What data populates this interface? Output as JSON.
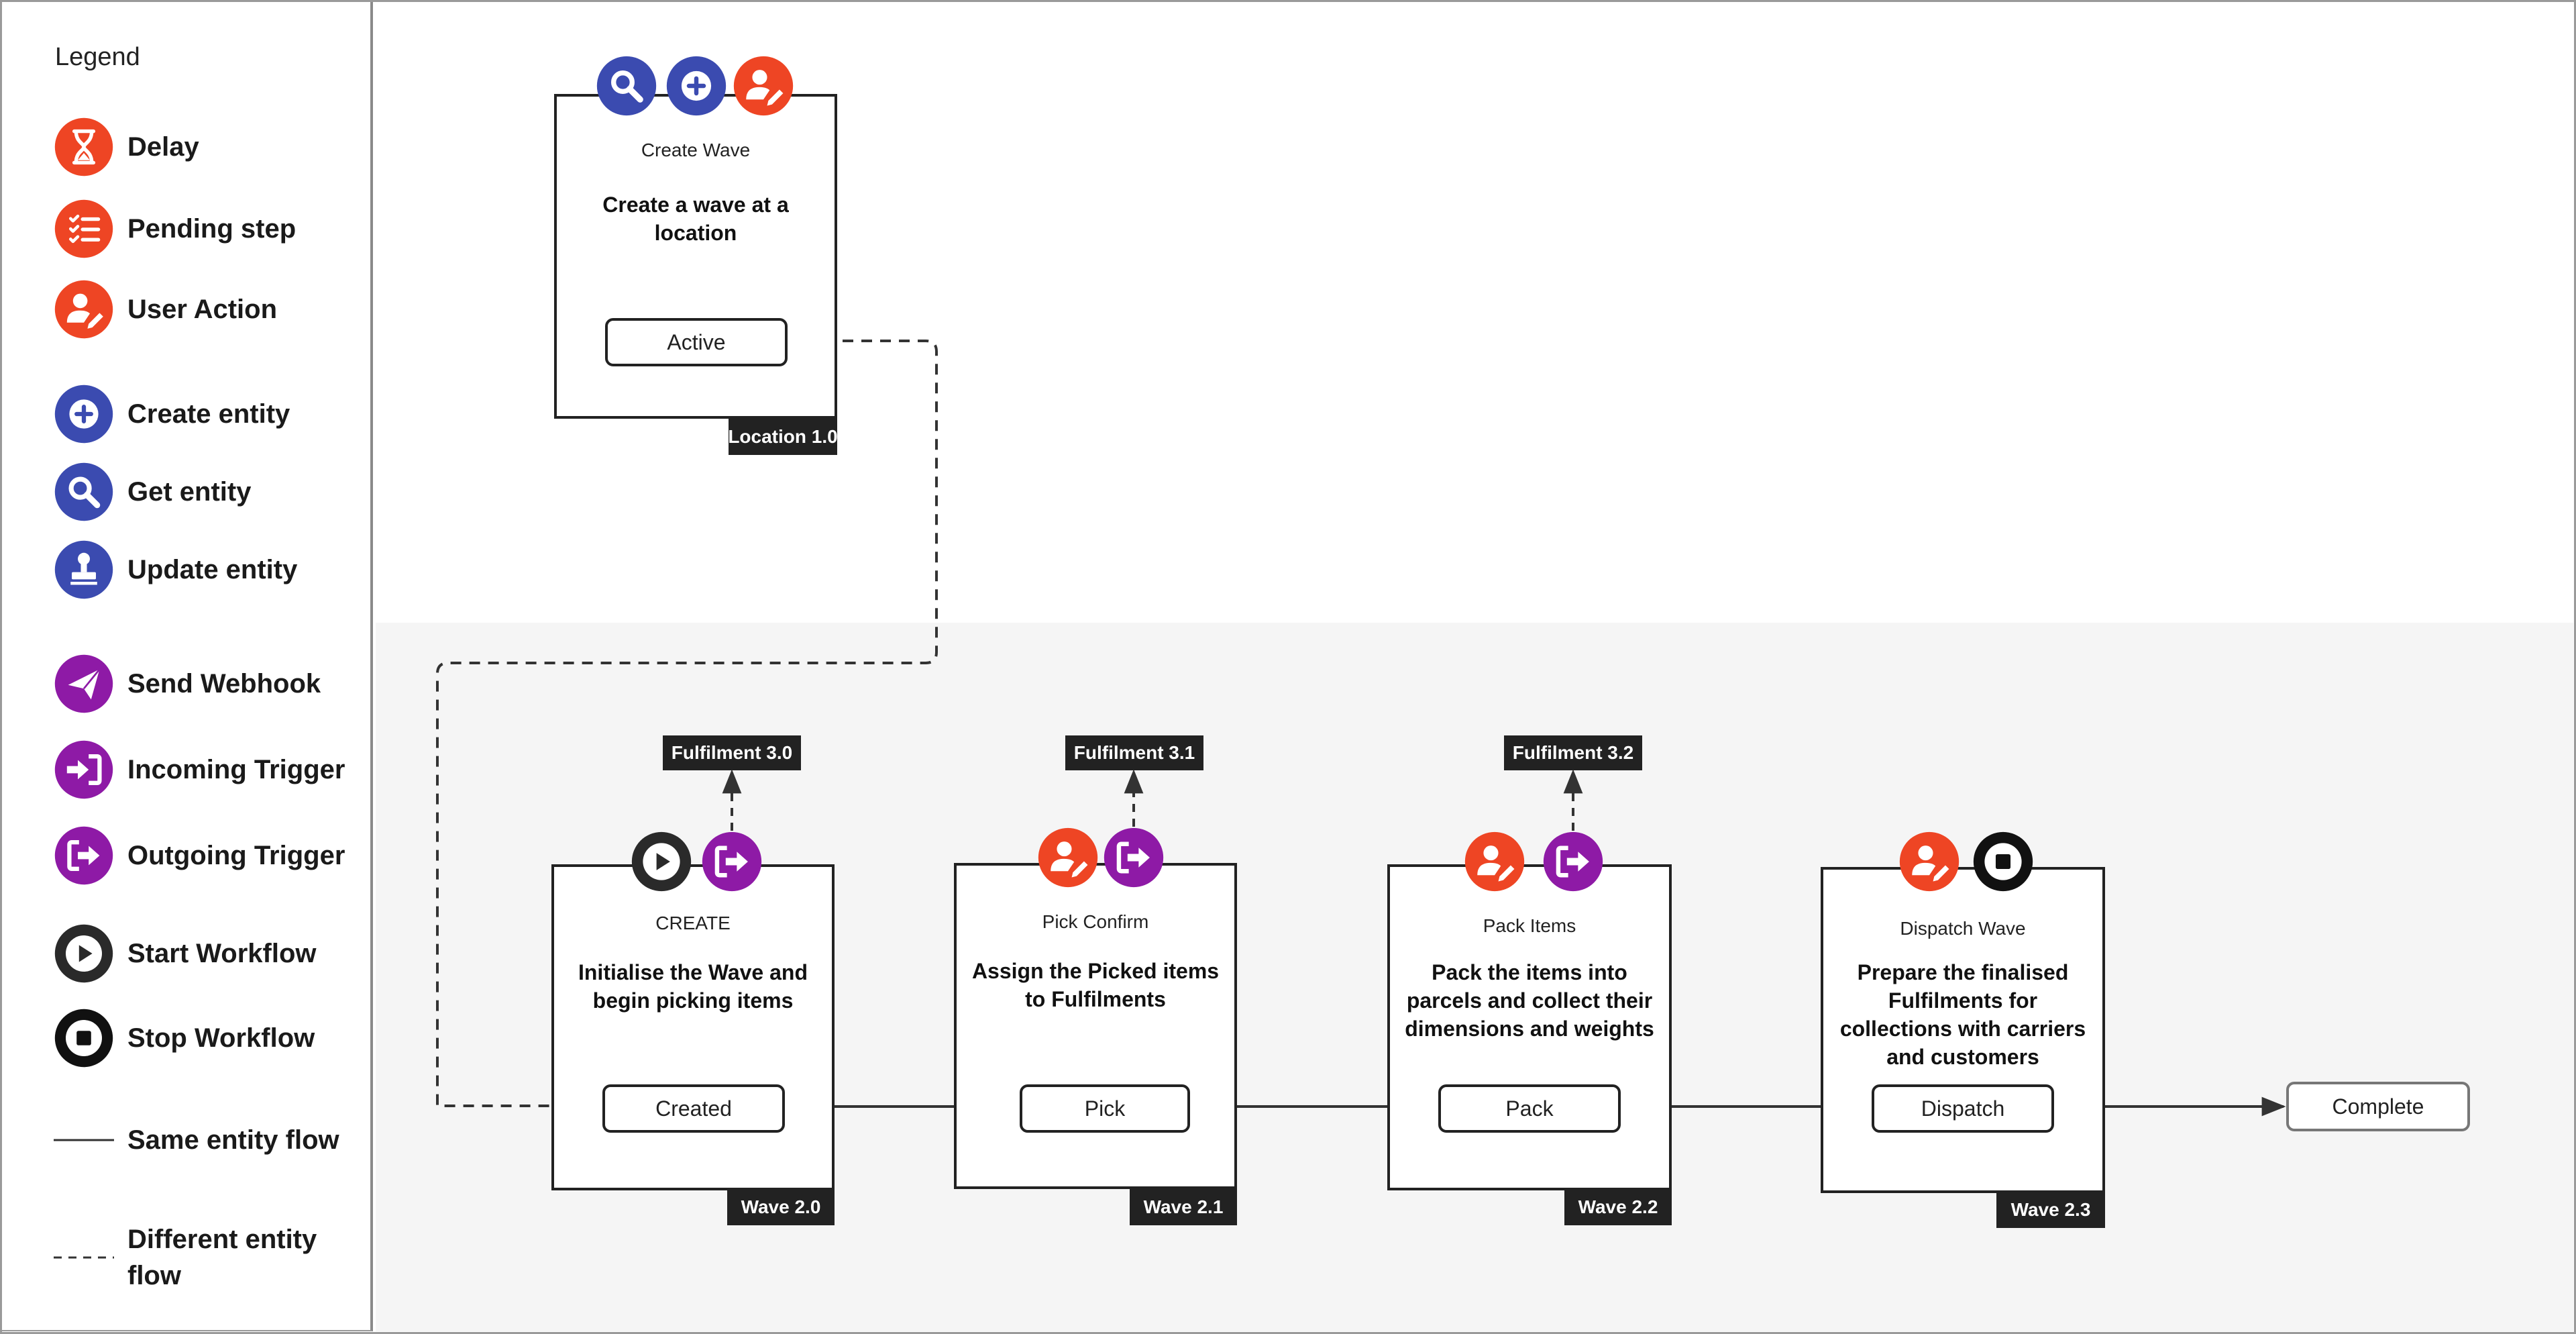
{
  "legend": {
    "title": "Legend",
    "items": [
      {
        "label": "Delay",
        "icon": "hourglass-icon",
        "color": "#ee4524"
      },
      {
        "label": "Pending step",
        "icon": "checklist-icon",
        "color": "#ee4524"
      },
      {
        "label": "User Action",
        "icon": "user-edit-icon",
        "color": "#ee4524"
      },
      {
        "label": "Create entity",
        "icon": "plus-circle-icon",
        "color": "#3b4bb0"
      },
      {
        "label": "Get entity",
        "icon": "search-icon",
        "color": "#3b4bb0"
      },
      {
        "label": "Update entity",
        "icon": "stamp-icon",
        "color": "#3b4bb0"
      },
      {
        "label": "Send Webhook",
        "icon": "paper-plane-icon",
        "color": "#8e1aa6"
      },
      {
        "label": "Incoming Trigger",
        "icon": "sign-in-icon",
        "color": "#8e1aa6"
      },
      {
        "label": "Outgoing Trigger",
        "icon": "sign-out-icon",
        "color": "#8e1aa6"
      },
      {
        "label": "Start Workflow",
        "icon": "play-icon",
        "color": "#222222"
      },
      {
        "label": "Stop Workflow",
        "icon": "stop-icon",
        "color": "#111111"
      }
    ],
    "lines": [
      {
        "label": "Same entity flow",
        "style": "solid"
      },
      {
        "label": "Different entity flow",
        "style": "dashed"
      }
    ]
  },
  "location_card": {
    "name": "Create Wave",
    "description": "Create a wave at a location",
    "state": "Active",
    "version": "Location 1.0"
  },
  "wave_cards": [
    {
      "name": "CREATE",
      "description": "Initialise the Wave and begin picking items",
      "state": "Created",
      "version": "Wave 2.0",
      "fulfilment": "Fulfilment 3.0"
    },
    {
      "name": "Pick Confirm",
      "description": "Assign the Picked items to Fulfilments",
      "state": "Pick",
      "version": "Wave 2.1",
      "fulfilment": "Fulfilment 3.1"
    },
    {
      "name": "Pack Items",
      "description": "Pack the items into parcels and collect their dimensions and weights",
      "state": "Pack",
      "version": "Wave 2.2",
      "fulfilment": "Fulfilment 3.2"
    },
    {
      "name": "Dispatch Wave",
      "description": "Prepare the finalised Fulfilments for collections with carriers and customers",
      "state": "Dispatch",
      "version": "Wave 2.3"
    }
  ],
  "final_state": "Complete",
  "colors": {
    "orange": "#ee4524",
    "blue": "#3b4bb0",
    "purple": "#8e1aa6",
    "dark": "#222222",
    "band": "#f5f5f5"
  }
}
